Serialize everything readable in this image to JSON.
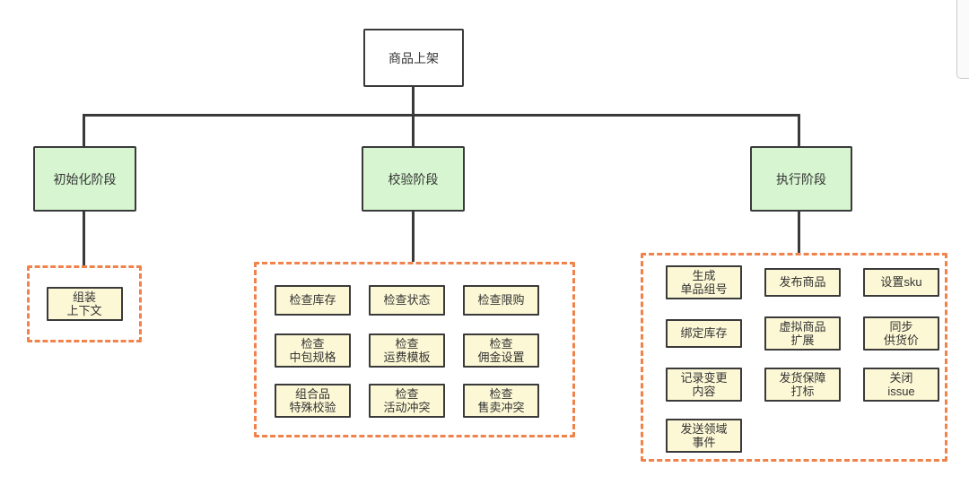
{
  "diagram": {
    "root_label": "商品上架",
    "phases": [
      {
        "label": "初始化阶段"
      },
      {
        "label": "校验阶段"
      },
      {
        "label": "执行阶段"
      }
    ],
    "groups": {
      "init_tasks": [
        "组装\n上下文"
      ],
      "validate_tasks": [
        "检查库存",
        "检查状态",
        "检查限购",
        "检查\n中包规格",
        "检查\n运费模板",
        "检查\n佣金设置",
        "组合品\n特殊校验",
        "检查\n活动冲突",
        "检查\n售卖冲突"
      ],
      "execute_tasks": [
        "生成\n单品组号",
        "发布商品",
        "设置sku",
        "绑定库存",
        "虚拟商品\n扩展",
        "同步\n供货价",
        "记录变更\n内容",
        "发货保障\n打标",
        "关闭\nissue",
        "发送领域\n事件"
      ]
    },
    "colors": {
      "phase_fill": "#d6f5d0",
      "task_fill": "#fcf8d5",
      "dashed_border": "#f0834c",
      "connector_line": "#3a3a3a",
      "root_fill": "#ffffff"
    }
  }
}
